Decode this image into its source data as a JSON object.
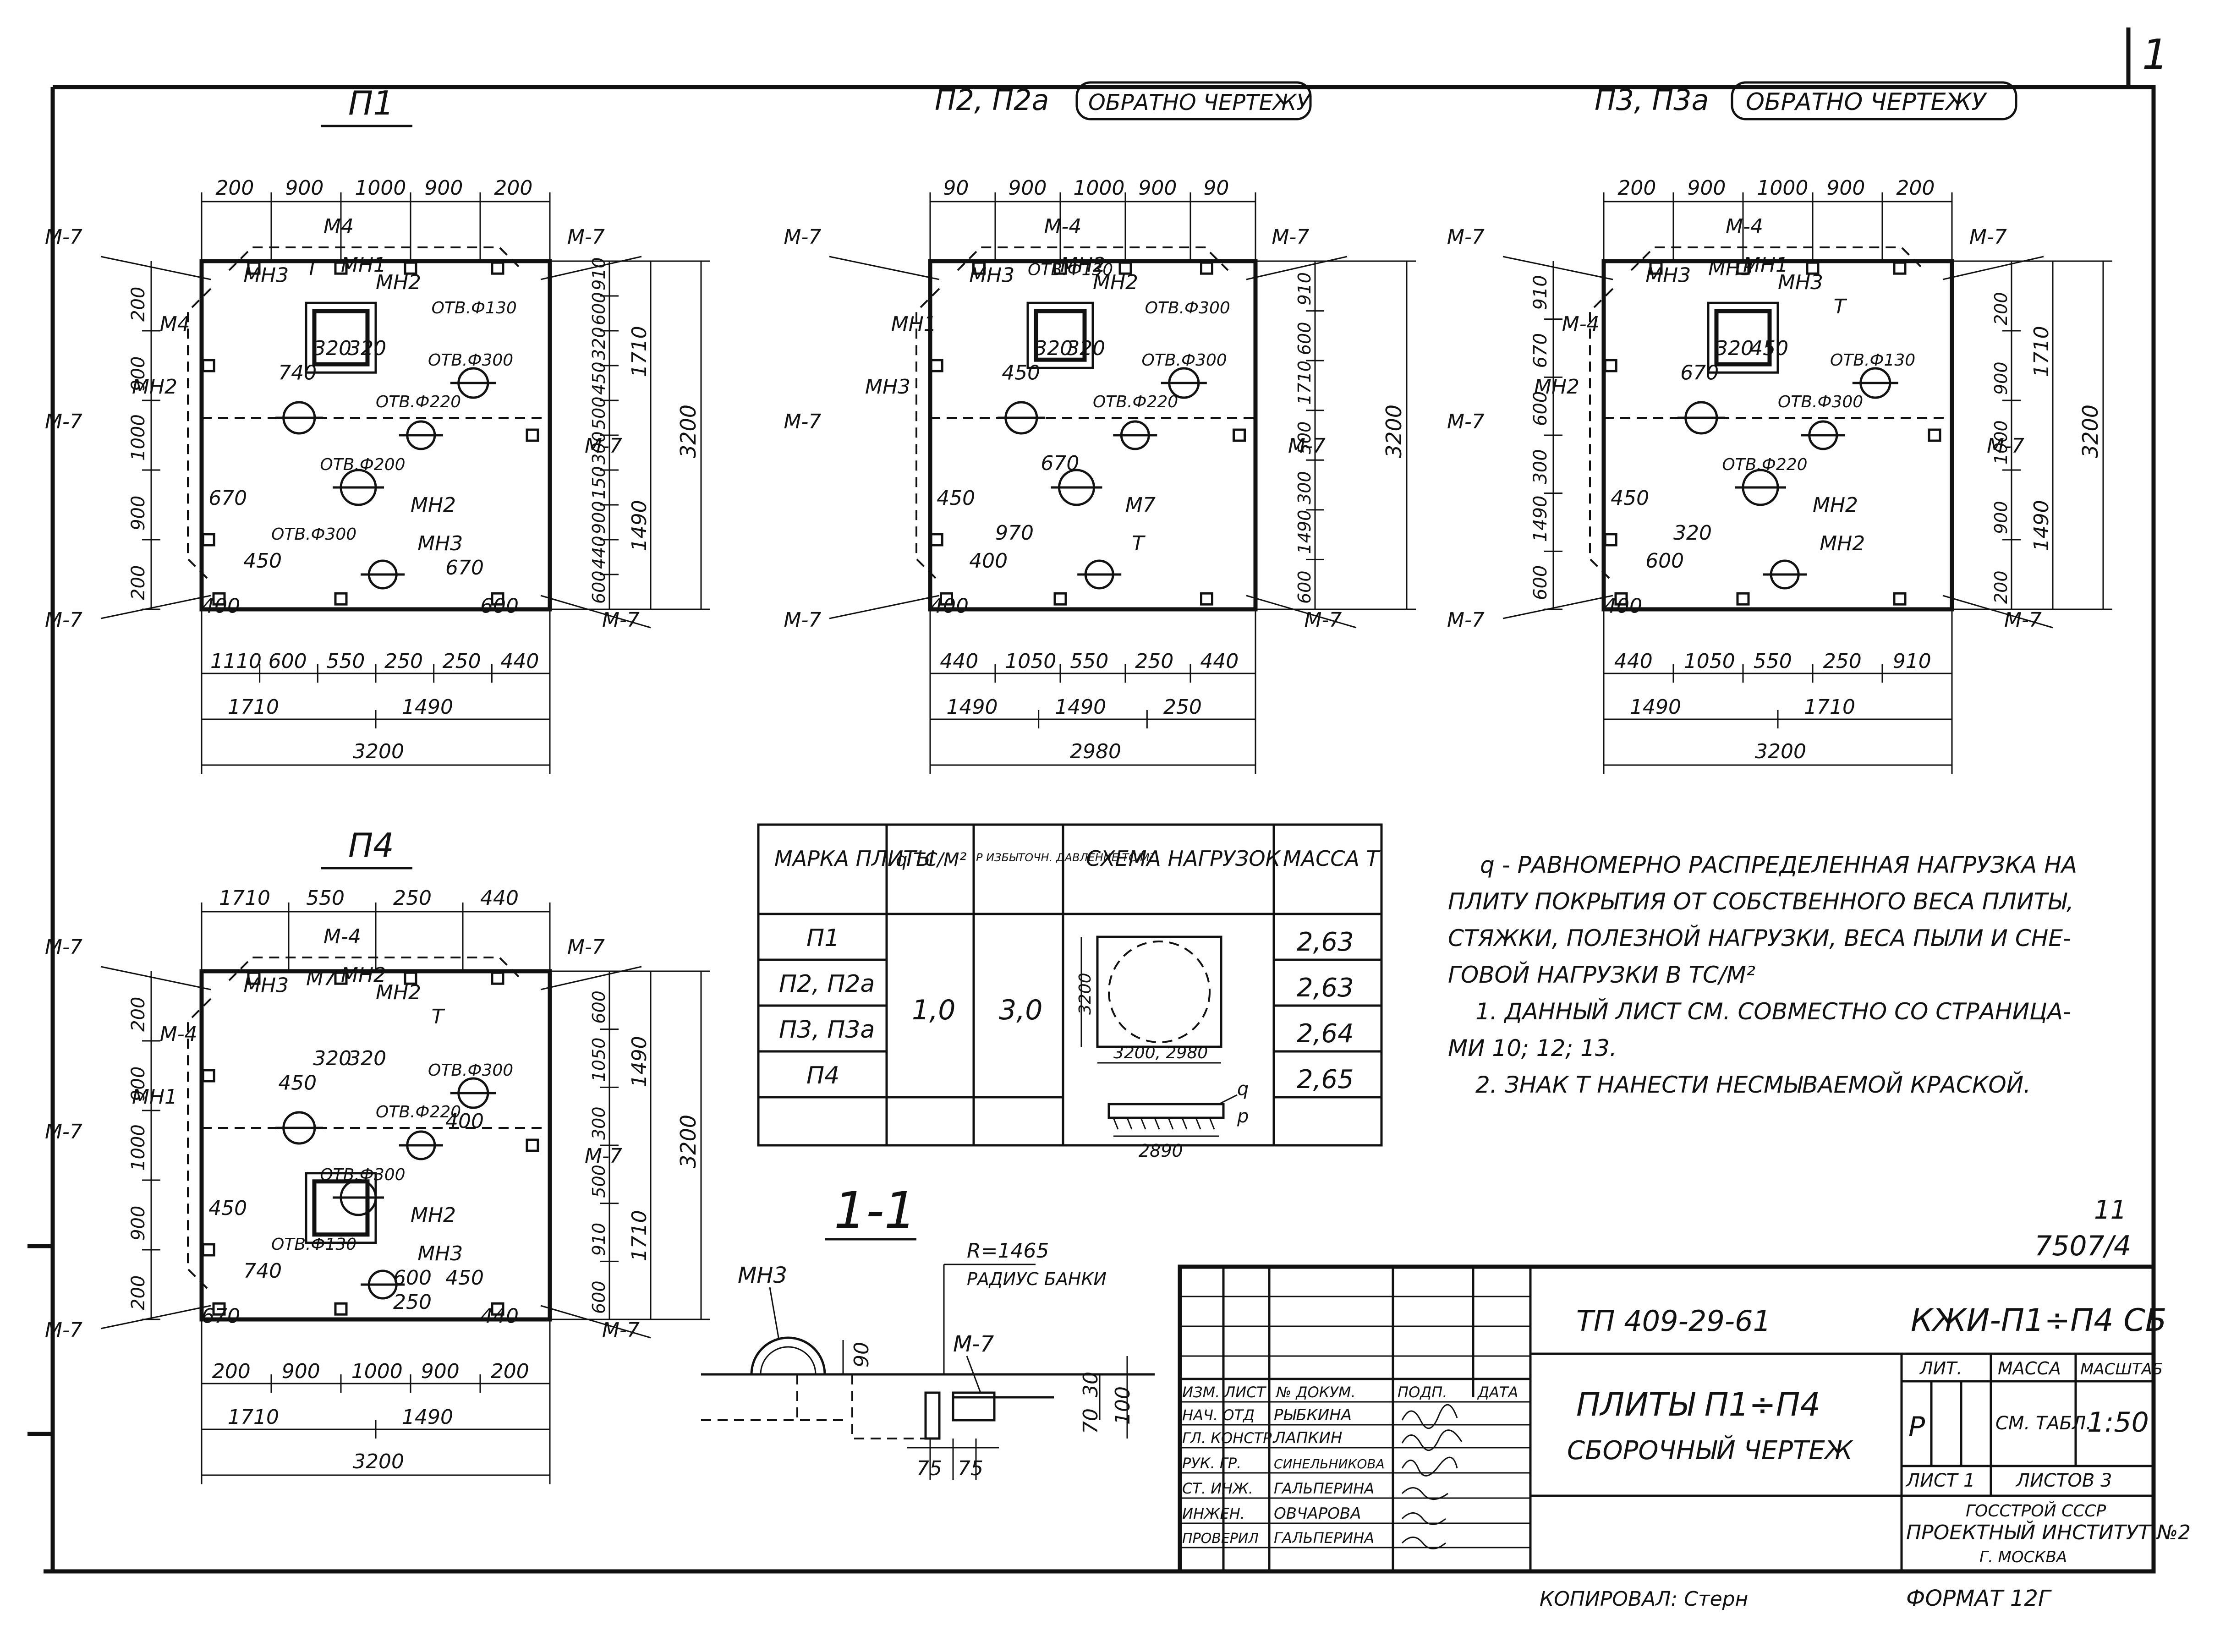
{
  "sheet": {
    "number": "1"
  },
  "plans": [
    {
      "id": "p1",
      "title": "П1",
      "top_dims": [
        "200",
        "900",
        "1000",
        "900",
        "200"
      ],
      "bottom_dims_row1": [
        "1110",
        "600",
        "550",
        "250",
        "250",
        "440"
      ],
      "bottom_dims_row2": [
        "1710",
        "1490"
      ],
      "bottom_total": "3200",
      "left_dims": [
        "200",
        "900",
        "1000",
        "900",
        "200"
      ],
      "right_dims": [
        "910",
        "600",
        "320",
        "450",
        "500",
        "300",
        "150",
        "900",
        "440",
        "600"
      ],
      "right_dims2": [
        "1710",
        "1490"
      ],
      "right_total": "3200",
      "labels": [
        "М-7",
        "М-7",
        "М-7",
        "М-7",
        "М-7",
        "М-7",
        "М4",
        "М4",
        "МН3",
        "МН1",
        "МН2",
        "МН2",
        "МН2",
        "МН3",
        "Т",
        "ОТВ.Ф130",
        "ОТВ.Ф300",
        "ОТВ.Ф220",
        "ОТВ.Ф200",
        "ОТВ.Ф300",
        "320",
        "320",
        "740",
        "670",
        "450",
        "400",
        "600",
        "670"
      ]
    },
    {
      "id": "p2",
      "title": "П2, П2а",
      "note": "ОБРАТНО ЧЕРТЕЖУ",
      "top_dims": [
        "90",
        "900",
        "1000",
        "900",
        "90"
      ],
      "bottom_dims_row1": [
        "440",
        "1050",
        "550",
        "250",
        "440"
      ],
      "bottom_dims_row2": [
        "1490",
        "1490",
        "250"
      ],
      "bottom_total": "2980",
      "right_dims": [
        "910",
        "600",
        "1710",
        "500",
        "300",
        "1490",
        "600"
      ],
      "right_total": "3200",
      "labels": [
        "М-7",
        "М-7",
        "М-7",
        "М-7",
        "М-7",
        "М-7",
        "М-4",
        "МН1",
        "МН3",
        "МН2",
        "МН2",
        "МН3",
        "М7",
        "Т",
        "ОТВ.Ф130",
        "ОТВ.Ф300",
        "ОТВ.Ф300",
        "ОТВ.Ф220",
        "670",
        "970",
        "320",
        "320",
        "450",
        "450",
        "400",
        "400"
      ]
    },
    {
      "id": "p3",
      "title": "П3, П3а",
      "note": "ОБРАТНО ЧЕРТЕЖУ",
      "top_dims": [
        "200",
        "900",
        "1000",
        "900",
        "200"
      ],
      "bottom_dims_row1": [
        "440",
        "1050",
        "550",
        "250",
        "910"
      ],
      "bottom_dims_row2": [
        "1490",
        "1710"
      ],
      "bottom_total": "3200",
      "left_dims": [
        "910",
        "670",
        "600",
        "300",
        "1490",
        "600"
      ],
      "right_dims": [
        "200",
        "900",
        "1000",
        "900",
        "200"
      ],
      "right_dims2": [
        "1710",
        "1490"
      ],
      "right_total": "3200",
      "labels": [
        "М-7",
        "М-7",
        "М-7",
        "М-7",
        "М-7",
        "М-7",
        "М-4",
        "М-4",
        "МН3",
        "МН1",
        "МН3",
        "МН2",
        "МН2",
        "МН2",
        "МН3",
        "Т",
        "ОТВ.Ф130",
        "ОТВ.Ф300",
        "ОТВ.Ф220",
        "320",
        "320",
        "450",
        "670",
        "450",
        "600",
        "400"
      ]
    },
    {
      "id": "p4",
      "title": "П4",
      "top_dims": [
        "1710",
        "550",
        "250",
        "440"
      ],
      "bottom_dims_row1": [
        "200",
        "900",
        "1000",
        "900",
        "200"
      ],
      "bottom_dims_row2": [
        "1710",
        "1490"
      ],
      "bottom_total": "3200",
      "left_dims": [
        "200",
        "900",
        "1000",
        "900",
        "200"
      ],
      "right_dims": [
        "600",
        "1050",
        "300",
        "500",
        "910",
        "600"
      ],
      "right_dims2": [
        "1490",
        "1710"
      ],
      "right_total": "3200",
      "labels": [
        "М-7",
        "М-7",
        "М-7",
        "М-7",
        "М-7",
        "М-7",
        "М-4",
        "М-4",
        "МН3",
        "МН2",
        "МН2",
        "МН1",
        "МН2",
        "МН3",
        "М7",
        "Т",
        "ОТВ.Ф300",
        "ОТВ.Ф220",
        "ОТВ.Ф300",
        "ОТВ.Ф130",
        "320",
        "320",
        "450",
        "450",
        "740",
        "670",
        "440",
        "450",
        "400",
        "600",
        "250"
      ]
    }
  ],
  "table": {
    "headers": [
      "МАРКА ПЛИТЫ",
      "q ТС/М²",
      "Р ИЗБЫТОЧН. ДАВЛЕНИЕ ТС/М²",
      "СХЕМА НАГРУЗОК",
      "МАССА Т"
    ],
    "rows": [
      {
        "mark": "П1",
        "mass": "2,63"
      },
      {
        "mark": "П2, П2а",
        "mass": "2,63"
      },
      {
        "mark": "П3, П3а",
        "mass": "2,64"
      },
      {
        "mark": "П4",
        "mass": "2,65"
      }
    ],
    "q": "1,0",
    "p": "3,0",
    "scheme_dims": [
      "3200",
      "3200, 2980",
      "2890"
    ],
    "scheme_letters": [
      "q",
      "р"
    ]
  },
  "notes": [
    "q - РАВНОМЕРНО РАСПРЕДЕЛЕННАЯ НАГРУЗКА НА",
    "ПЛИТУ ПОКРЫТИЯ ОТ СОБСТВЕННОГО ВЕСА ПЛИТЫ,",
    "СТЯЖКИ, ПОЛЕЗНОЙ НАГРУЗКИ, ВЕСА ПЫЛИ И СНЕ-",
    "ГОВОЙ НАГРУЗКИ В ТС/М²",
    "1. ДАННЫЙ ЛИСТ СМ. СОВМЕСТНО СО СТРАНИЦА-",
    "МИ 10; 12; 13.",
    "2. ЗНАК Т НАНЕСТИ НЕСМЫВАЕМОЙ КРАСКОЙ."
  ],
  "section": {
    "title": "1-1",
    "labels": [
      "МН3",
      "М-7",
      "R=1465",
      "РАДИУС БАНКИ"
    ],
    "dims": [
      "90",
      "30",
      "70",
      "100",
      "75",
      "75"
    ]
  },
  "title_block": {
    "ref_top": "11",
    "ref_num": "7507/4",
    "project": "ТП 409-29-61",
    "code": "КЖИ-П1÷П4 СБ",
    "name": "ПЛИТЫ П1÷П4",
    "subname": "СБОРОЧНЫЙ ЧЕРТЕЖ",
    "col_headers": [
      "ИЗМ.",
      "ЛИСТ",
      "№ ДОКУМ.",
      "ПОДП.",
      "ДАТА"
    ],
    "staff": [
      {
        "role": "НАЧ. ОТД",
        "name": "РЫБКИНА"
      },
      {
        "role": "ГЛ. КОНСТР.",
        "name": "ЛАПКИН"
      },
      {
        "role": "РУК. ГР.",
        "name": "СИНЕЛЬНИКОВА"
      },
      {
        "role": "СТ. ИНЖ.",
        "name": "ГАЛЬПЕРИНА"
      },
      {
        "role": "ИНЖЕН.",
        "name": "ОВЧАРОВА"
      },
      {
        "role": "ПРОВЕРИЛ",
        "name": "ГАЛЬПЕРИНА"
      }
    ],
    "lit_header": "ЛИТ.",
    "mass_header": "МАССА",
    "scale_header": "МАСШТАБ",
    "lit": "Р",
    "mass": "СМ. ТАБЛ.",
    "scale": "1:50",
    "sheet": "ЛИСТ 1",
    "sheets": "ЛИСТОВ 3",
    "org1": "ГОССТРОЙ СССР",
    "org2": "ПРОЕКТНЫЙ ИНСТИТУТ №2",
    "org3": "Г. МОСКВА",
    "copied": "КОПИРОВАЛ: Стерн",
    "format": "ФОРМАТ 12Г"
  }
}
